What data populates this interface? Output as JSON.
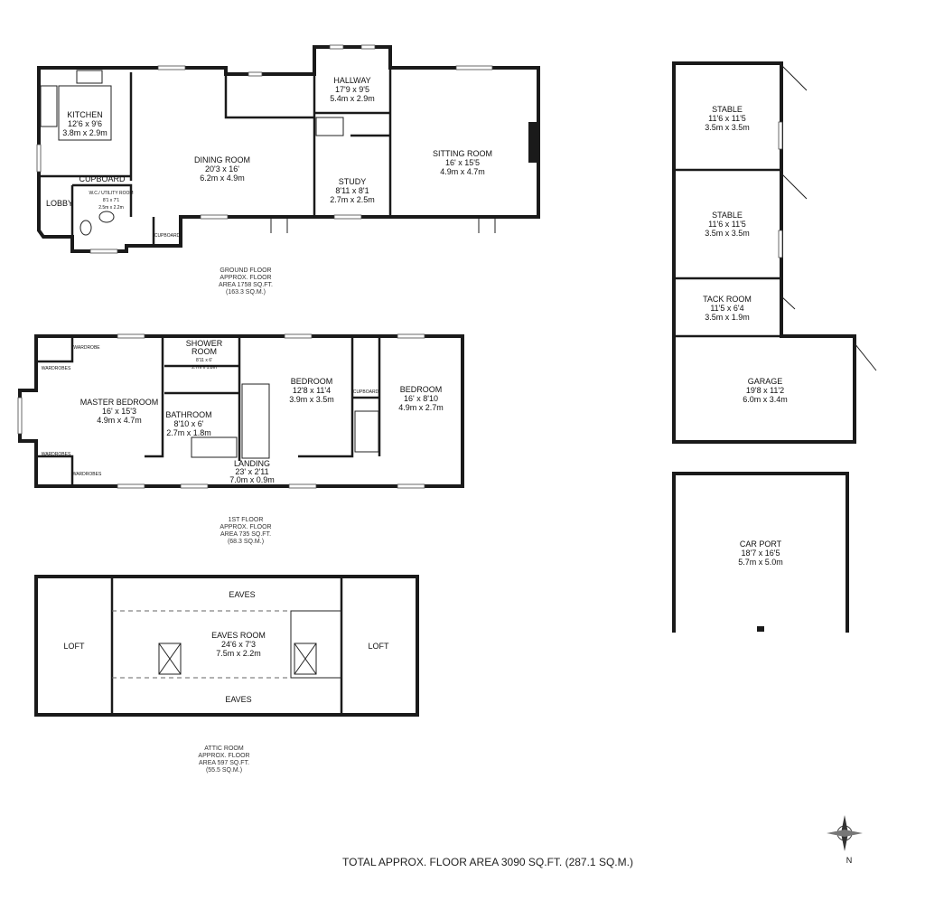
{
  "ground_floor": {
    "rooms": {
      "kitchen": {
        "name": "KITCHEN",
        "imperial": "12'6 x 9'6",
        "metric": "3.8m x 2.9m"
      },
      "dining": {
        "name": "DINING ROOM",
        "imperial": "20'3 x 16'",
        "metric": "6.2m x 4.9m"
      },
      "hallway": {
        "name": "HALLWAY",
        "imperial": "17'9 x 9'5",
        "metric": "5.4m x 2.9m"
      },
      "sitting": {
        "name": "SITTING ROOM",
        "imperial": "16' x 15'5",
        "metric": "4.9m x 4.7m"
      },
      "study": {
        "name": "STUDY",
        "imperial": "8'11 x 8'1",
        "metric": "2.7m x 2.5m"
      },
      "utility": {
        "name": "W.C./ UTILITY ROOM",
        "imperial": "8'1 x 7'1",
        "metric": "2.5m x 2.2m"
      }
    },
    "labels": {
      "cupboard": "CUPBOARD",
      "lobby": "LOBBY",
      "cupboard_small": "CUPBOARD"
    },
    "area_note": [
      "GROUND FLOOR",
      "APPROX. FLOOR",
      "AREA 1758 SQ.FT.",
      "(163.3 SQ.M.)"
    ]
  },
  "first_floor": {
    "rooms": {
      "master": {
        "name": "MASTER BEDROOM",
        "imperial": "16' x 15'3",
        "metric": "4.9m x 4.7m"
      },
      "shower": {
        "name1": "SHOWER",
        "name2": "ROOM",
        "imperial": "8'11 x 6'",
        "metric": "2.7m x 1.8m"
      },
      "bathroom": {
        "name": "BATHROOM",
        "imperial": "8'10 x 6'",
        "metric": "2.7m x 1.8m"
      },
      "bedroom2": {
        "name": "BEDROOM",
        "imperial": "12'8 x 11'4",
        "metric": "3.9m x 3.5m"
      },
      "bedroom3": {
        "name": "BEDROOM",
        "imperial": "16' x 8'10",
        "metric": "4.9m x 2.7m"
      },
      "landing": {
        "name": "LANDING",
        "imperial": "23' x 2'11",
        "metric": "7.0m x 0.9m"
      }
    },
    "labels": {
      "wardrobe": "WARDROBE",
      "wardrobes_top": "WARDROBES",
      "wardrobes_bottom": "WARDROBES",
      "wardrobes_small": "WARDROBES",
      "cupboard": "CUPBOARD"
    },
    "area_note": [
      "1ST FLOOR",
      "APPROX. FLOOR",
      "AREA 735 SQ.FT.",
      "(68.3 SQ.M.)"
    ]
  },
  "attic": {
    "rooms": {
      "eaves_room": {
        "name": "EAVES ROOM",
        "imperial": "24'6 x 7'3",
        "metric": "7.5m x 2.2m"
      }
    },
    "labels": {
      "loft_left": "LOFT",
      "loft_right": "LOFT",
      "eaves_top": "EAVES",
      "eaves_bottom": "EAVES"
    },
    "area_note": [
      "ATTIC ROOM",
      "APPROX. FLOOR",
      "AREA 597 SQ.FT.",
      "(55.5 SQ.M.)"
    ]
  },
  "outbuildings": {
    "stable1": {
      "name": "STABLE",
      "imperial": "11'6 x 11'5",
      "metric": "3.5m x 3.5m"
    },
    "stable2": {
      "name": "STABLE",
      "imperial": "11'6 x 11'5",
      "metric": "3.5m x 3.5m"
    },
    "tack": {
      "name": "TACK ROOM",
      "imperial": "11'5 x 6'4",
      "metric": "3.5m x 1.9m"
    },
    "garage": {
      "name": "GARAGE",
      "imperial": "19'8 x 11'2",
      "metric": "6.0m x 3.4m"
    },
    "carport": {
      "name": "CAR PORT",
      "imperial": "18'7 x 16'5",
      "metric": "5.7m x 5.0m"
    }
  },
  "compass": {
    "north": "N"
  },
  "total": "TOTAL APPROX. FLOOR AREA 3090 SQ.FT. (287.1 SQ.M.)"
}
